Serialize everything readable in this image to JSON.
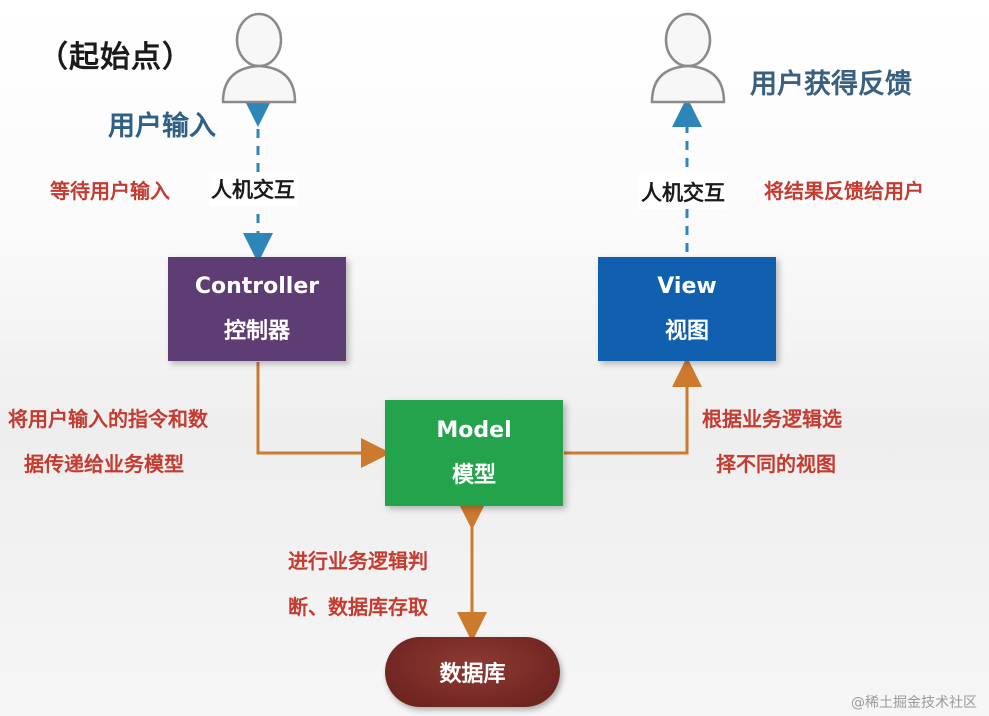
{
  "start_label": "（起始点）",
  "user_input_label": "用户输入",
  "feedback_label": "用户获得反馈",
  "hci_left": "人机交互",
  "hci_right": "人机交互",
  "wait_input": "等待用户输入",
  "return_result": "将结果反馈给用户",
  "controller": {
    "en": "Controller",
    "zh": "控制器",
    "color": "#5d3d73"
  },
  "view": {
    "en": "View",
    "zh": "视图",
    "color": "#1160b0"
  },
  "model": {
    "en": "Model",
    "zh": "模型",
    "color": "#23a34c"
  },
  "database": {
    "label": "数据库",
    "color": "#7a2a25"
  },
  "controller_to_model": [
    "将用户输入的指令和数",
    "据传递给业务模型"
  ],
  "model_to_view": [
    "根据业务逻辑选",
    "择不同的视图"
  ],
  "model_to_db": [
    "进行业务逻辑判",
    "断、数据库存取"
  ],
  "arrow_color": "#cc7a2e",
  "dashed_color": "#2e86b8",
  "watermark": "@稀土掘金技术社区"
}
